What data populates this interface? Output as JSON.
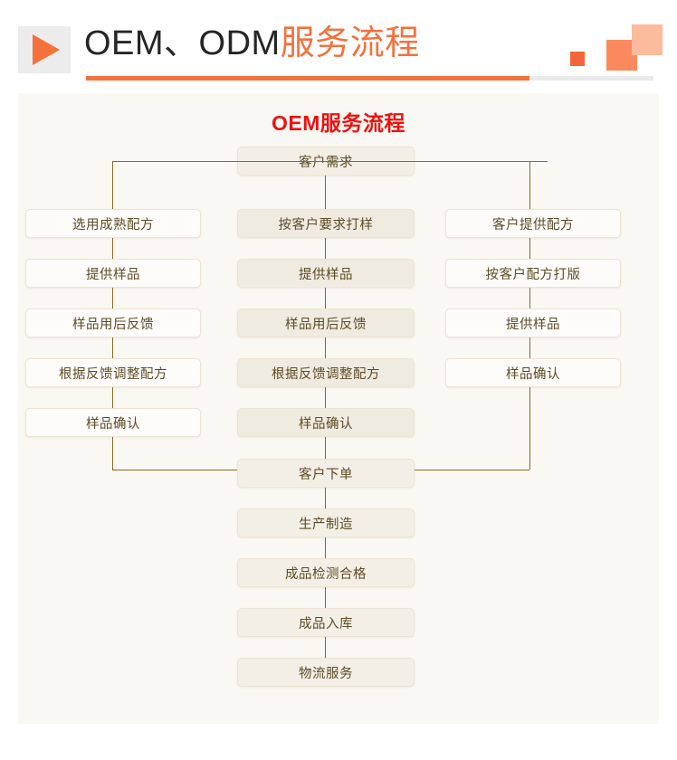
{
  "header": {
    "title_dark": "OEM、ODM",
    "title_accent": "服务流程",
    "play_icon": "play-triangle-icon",
    "accent_color": "#f4713c",
    "underline_progress_pct": 78
  },
  "panel": {
    "flow_title": "OEM服务流程",
    "flow_title_color": "#ee1111",
    "root": {
      "label": "客户需求"
    },
    "columns": [
      {
        "id": "mature-formula",
        "style": "light",
        "steps": [
          {
            "label": "选用成熟配方"
          },
          {
            "label": "提供样品"
          },
          {
            "label": "样品用后反馈"
          },
          {
            "label": "根据反馈调整配方"
          },
          {
            "label": "样品确认"
          }
        ]
      },
      {
        "id": "customer-request-sample",
        "style": "mid",
        "steps": [
          {
            "label": "按客户要求打样"
          },
          {
            "label": "提供样品"
          },
          {
            "label": "样品用后反馈"
          },
          {
            "label": "根据反馈调整配方"
          },
          {
            "label": "样品确认"
          }
        ]
      },
      {
        "id": "customer-provided-formula",
        "style": "light",
        "steps": [
          {
            "label": "客户提供配方"
          },
          {
            "label": "按客户配方打版"
          },
          {
            "label": "提供样品"
          },
          {
            "label": "样品确认"
          }
        ]
      }
    ],
    "merge": {
      "label": "客户下单"
    },
    "tail": [
      {
        "label": "生产制造"
      },
      {
        "label": "成品检测合格"
      },
      {
        "label": "成品入库"
      },
      {
        "label": "物流服务"
      }
    ]
  }
}
